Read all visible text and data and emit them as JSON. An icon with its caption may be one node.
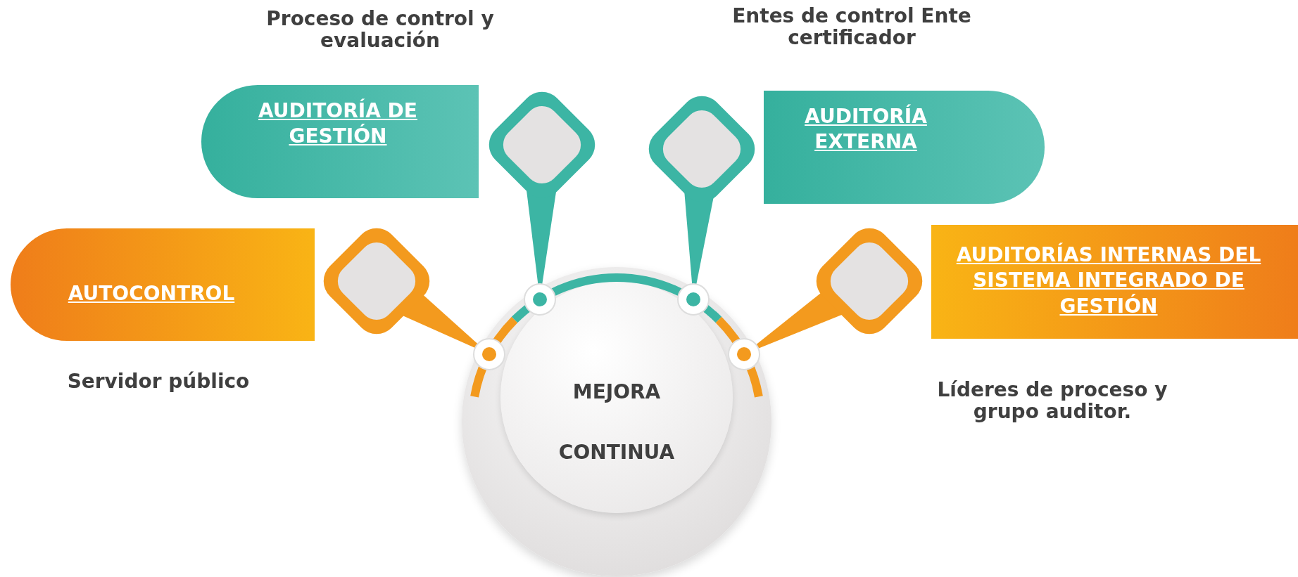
{
  "diagram": {
    "nodes": [
      {
        "text": [
          "AUDITORÍA DE GESTIÓN"
        ],
        "beside": [
          "Proceso de control y evaluación"
        ]
      },
      {
        "text": [
          "AUDITORÍA EXTERNA"
        ],
        "beside": [
          "Entes de control Ente certificador"
        ]
      },
      {
        "text": [
          "AUTOCONTROL"
        ],
        "beside": [
          "Servidor público"
        ]
      },
      {
        "text": [
          "AUDITORÍAS INTERNAS DEL SISTEMA INTEGRADO DE GESTIÓN"
        ],
        "beside": [
          "Líderes de proceso y grupo auditor."
        ]
      },
      {
        "text": [
          "MEJORA CONTINUA"
        ]
      }
    ]
  }
}
